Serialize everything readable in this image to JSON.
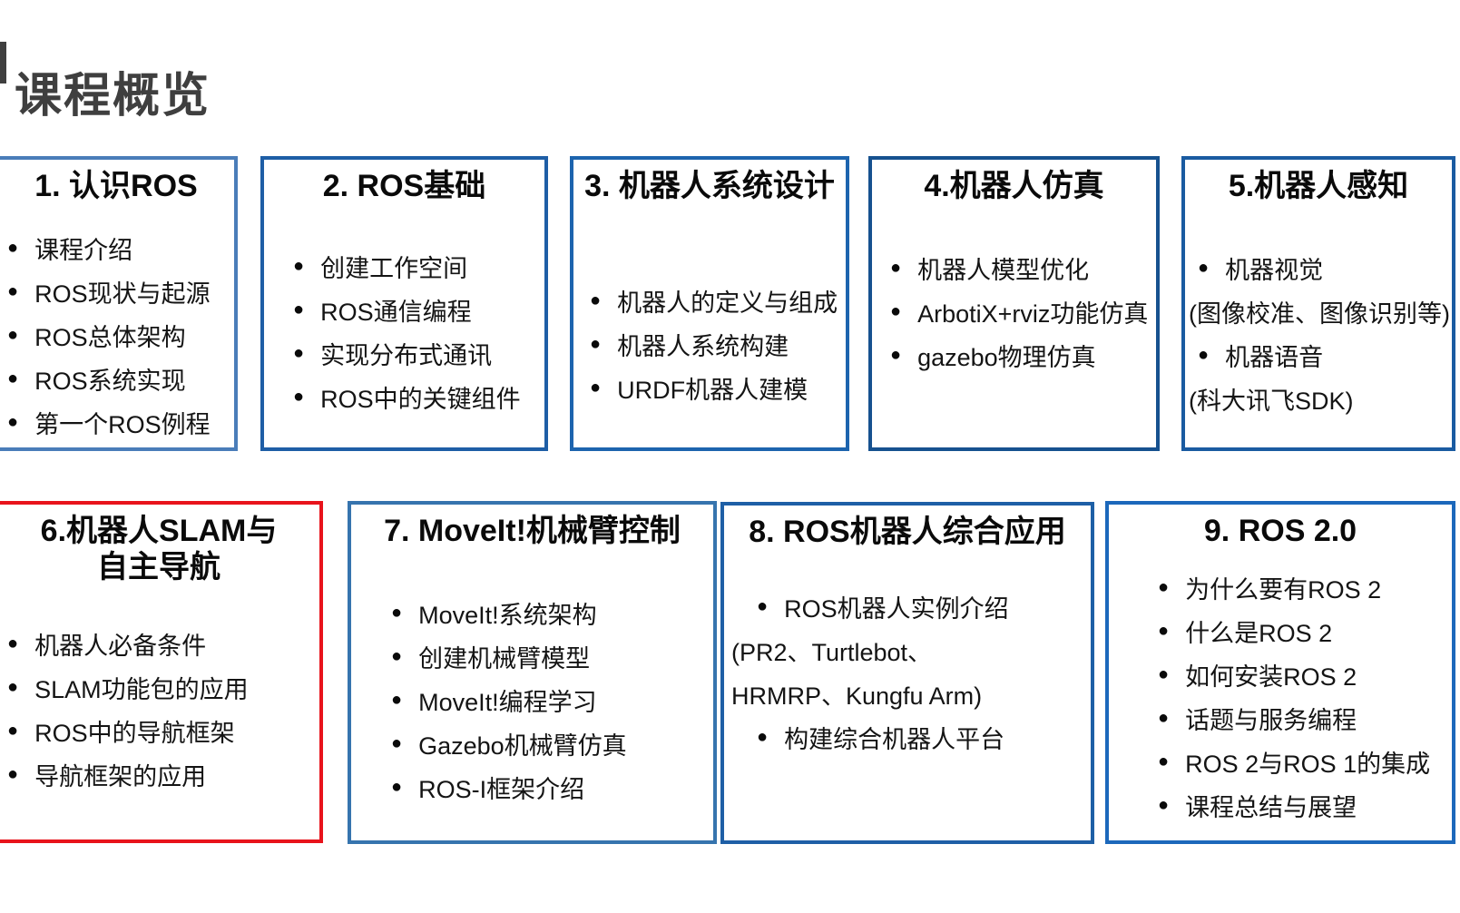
{
  "page": {
    "title": "课程概览",
    "background_color": "#ffffff",
    "title_color": "#3f3f3f",
    "body_text_color": "#141414",
    "red_accent": "#e8131b",
    "blue_accent": "#1e5ea6"
  },
  "boxes": [
    {
      "num": "1",
      "title": "1. 认识ROS",
      "border_color": "#4a7db9",
      "items": [
        {
          "text": "课程介绍",
          "bullet": true
        },
        {
          "text": "ROS现状与起源",
          "bullet": true
        },
        {
          "text": "ROS总体架构",
          "bullet": true
        },
        {
          "text": "ROS系统实现",
          "bullet": true
        },
        {
          "text": "第一个ROS例程",
          "bullet": true
        }
      ]
    },
    {
      "num": "2",
      "title": "2. ROS基础",
      "border_color": "#1e5ea6",
      "items": [
        {
          "text": "创建工作空间",
          "bullet": true
        },
        {
          "text": "ROS通信编程",
          "bullet": true
        },
        {
          "text": "实现分布式通讯",
          "bullet": true
        },
        {
          "text": "ROS中的关键组件",
          "bullet": true
        }
      ]
    },
    {
      "num": "3",
      "title": "3. 机器人系统设计",
      "border_color": "#1d64ae",
      "items": [
        {
          "text": "机器人的定义与组成",
          "bullet": true
        },
        {
          "text": "机器人系统构建",
          "bullet": true
        },
        {
          "text": "URDF机器人建模",
          "bullet": true
        }
      ]
    },
    {
      "num": "4",
      "title": "4.机器人仿真",
      "border_color": "#16518f",
      "items": [
        {
          "text": "机器人模型优化",
          "bullet": true
        },
        {
          "text": "ArbotiX+rviz功能仿真",
          "bullet": true
        },
        {
          "text": "gazebo物理仿真",
          "bullet": true
        }
      ]
    },
    {
      "num": "5",
      "title": "5.机器人感知",
      "border_color": "#1a5ba1",
      "items": [
        {
          "text": "机器视觉",
          "bullet": true
        },
        {
          "text": "(图像校准、图像识别等)",
          "bullet": false
        },
        {
          "text": "机器语音",
          "bullet": true
        },
        {
          "text": "(科大讯飞SDK)",
          "bullet": false
        }
      ]
    },
    {
      "num": "6",
      "title": "6.机器人SLAM与\n自主导航",
      "border_color": "#e8131b",
      "items": [
        {
          "text": "机器人必备条件",
          "bullet": true
        },
        {
          "text": "SLAM功能包的应用",
          "bullet": true
        },
        {
          "text": "ROS中的导航框架",
          "bullet": true
        },
        {
          "text": "导航框架的应用",
          "bullet": true
        }
      ]
    },
    {
      "num": "7",
      "title": "7. MoveIt!机械臂控制",
      "border_color": "#3674ae",
      "items": [
        {
          "text": "MoveIt!系统架构",
          "bullet": true
        },
        {
          "text": "创建机械臂模型",
          "bullet": true
        },
        {
          "text": "MoveIt!编程学习",
          "bullet": true
        },
        {
          "text": "Gazebo机械臂仿真",
          "bullet": true
        },
        {
          "text": "ROS-I框架介绍",
          "bullet": true
        }
      ]
    },
    {
      "num": "8",
      "title": "8. ROS机器人综合应用",
      "border_color": "#1e5fa6",
      "items": [
        {
          "text": "ROS机器人实例介绍",
          "bullet": true
        },
        {
          "text": "(PR2、Turtlebot、",
          "bullet": false
        },
        {
          "text": "HRMRP、Kungfu Arm)",
          "bullet": false
        },
        {
          "text": "构建综合机器人平台",
          "bullet": true
        }
      ]
    },
    {
      "num": "9",
      "title": "9. ROS 2.0",
      "border_color": "#1c68bb",
      "items": [
        {
          "text": "为什么要有ROS 2",
          "bullet": true
        },
        {
          "text": "什么是ROS 2",
          "bullet": true
        },
        {
          "text": "如何安装ROS 2",
          "bullet": true
        },
        {
          "text": "话题与服务编程",
          "bullet": true
        },
        {
          "text": "ROS 2与ROS 1的集成",
          "bullet": true
        },
        {
          "text": "课程总结与展望",
          "bullet": true
        }
      ]
    }
  ]
}
